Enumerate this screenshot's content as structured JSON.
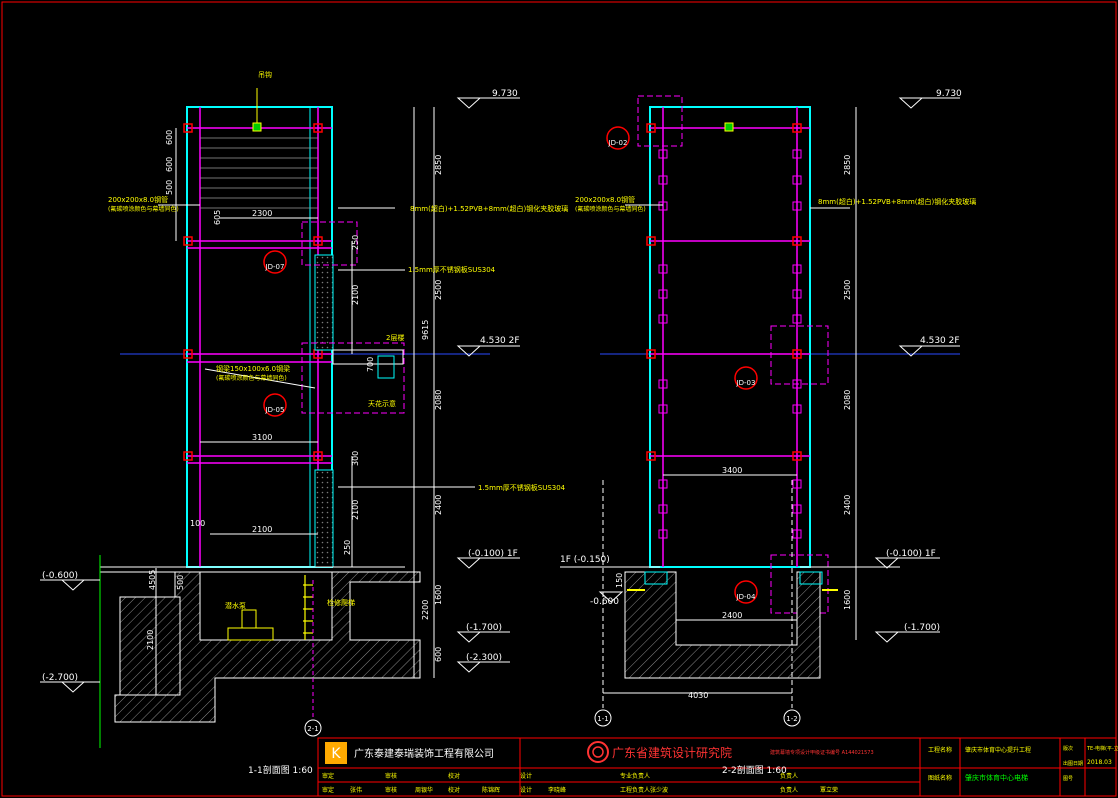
{
  "left": {
    "levels": {
      "top": "9.730",
      "mid": "4.530  2F",
      "f1": "(-0.100)  1F",
      "neg06": "(-0.600)",
      "neg17": "(-1.700)",
      "neg23": "(-2.300)",
      "neg27": "(-2.700)"
    },
    "dims_right": [
      "2850",
      "2500",
      "9615",
      "2080",
      "2400",
      "2200",
      "1600",
      "600"
    ],
    "dims_inner": [
      "250",
      "2100",
      "700",
      "300",
      "2100",
      "250"
    ],
    "dims_left": [
      "600",
      "600",
      "500",
      "605",
      "500",
      "4505",
      "2100"
    ],
    "widths": {
      "top": "2300",
      "mid": "3100",
      "bot": "2100",
      "small": "100"
    },
    "notes": {
      "glass": "8mm(超白)+1.52PVB+8mm(超白)钢化夹胶玻璃",
      "steel_top": "200x200x8.0钢管",
      "steel_top_sub": "(氟碳喷涂颜色与幕墙同色)",
      "plate1": "1.5mm厚不锈钢板SUS304",
      "steel_mid": "钢梁150x100x6.0钢梁",
      "steel_mid_sub": "(氟碳喷涂颜色与幕墙同色)",
      "ceiling": "天花示意",
      "plate2": "1.5mm厚不锈钢板SUS304",
      "hook": "吊钩",
      "beam": "2层楼",
      "pump": "潜水泵",
      "ladder": "检修爬梯"
    },
    "details": [
      "JD-07",
      "JD-05"
    ],
    "axis": "2-1",
    "caption": "1-1剖面图 1:60"
  },
  "right": {
    "levels": {
      "top": "9.730",
      "mid": "4.530  2F",
      "f1": "(-0.100)  1F",
      "f1l": "1F  (-0.150)",
      "neg06": "-0.600",
      "neg17": "(-1.700)"
    },
    "dims_right": [
      "2850",
      "2500",
      "2080",
      "2400",
      "1600"
    ],
    "widths": {
      "mid": "3400",
      "bot": "2400",
      "total": "4030",
      "small": "150"
    },
    "notes": {
      "glass": "8mm(超白)+1.52PVB+8mm(超白)钢化夹胶玻璃",
      "steel_top": "200x200x8.0钢管",
      "steel_top_sub": "(氟碳喷涂颜色与幕墙同色)"
    },
    "details": [
      "JD-02",
      "JD-03",
      "JD-04"
    ],
    "axes": [
      "1-1",
      "1-2"
    ],
    "caption": "2-2剖面图 1:60"
  },
  "title_block": {
    "company": "广东泰建泰瑞装饰工程有限公司",
    "institute": "广东省建筑设计研究院",
    "cert": "建筑幕墙专项设计甲级证书编号 A144021573",
    "project_label": "工程名称",
    "project": "肇庆市体育中心提升工程",
    "drawing_label": "图纸名称",
    "drawing": "肇庆市体育中心电梯",
    "sheet_no": "TE-电梯(平-立)",
    "date": "2018.03",
    "row1": [
      "审定",
      "审核",
      "校对",
      "设计",
      "专业负责人",
      "负责人"
    ],
    "row2": [
      "审定",
      "审核",
      "校对",
      "设计",
      "工程负责人",
      "负责人"
    ],
    "names": [
      "张伟",
      "周银华",
      "陈锦辉",
      "李晓峰",
      "张少波",
      "覃立荣"
    ],
    "side": [
      "版次",
      "出图日期",
      "图号"
    ]
  },
  "colors": {
    "cyan": "#00ffff",
    "magenta": "#ff00ff",
    "yellow": "#ffff00",
    "white": "#ffffff",
    "green": "#00ff00",
    "red": "#ff0000",
    "gray": "#9a9a9a"
  }
}
